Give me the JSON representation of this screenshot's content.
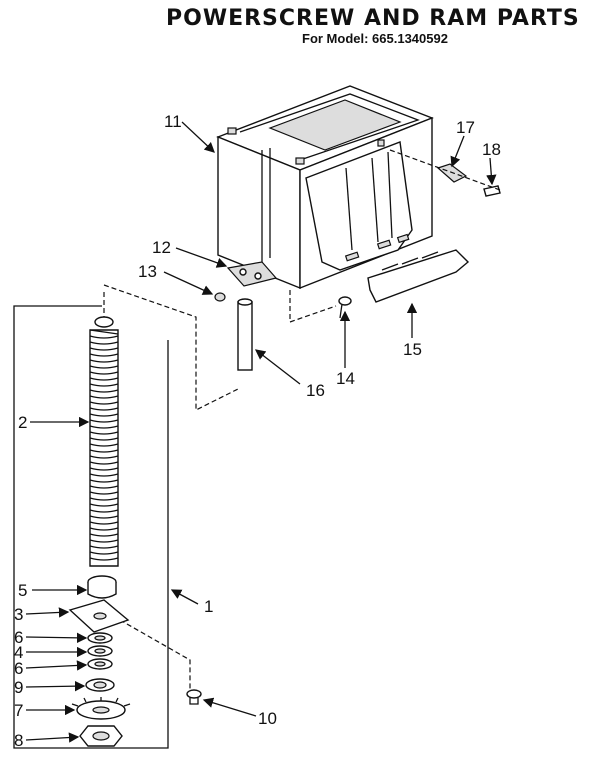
{
  "header": {
    "title": "POWERSCREW AND RAM PARTS",
    "model_line": "For Model: 665.1340592"
  },
  "callouts": {
    "n1": "1",
    "n2": "2",
    "n3": "3",
    "n4": "4",
    "n5": "5",
    "n6a": "6",
    "n6b": "6",
    "n7": "7",
    "n8": "8",
    "n9": "9",
    "n10": "10",
    "n11": "11",
    "n12": "12",
    "n13": "13",
    "n14": "14",
    "n15": "15",
    "n16": "16",
    "n17": "17",
    "n18": "18"
  }
}
